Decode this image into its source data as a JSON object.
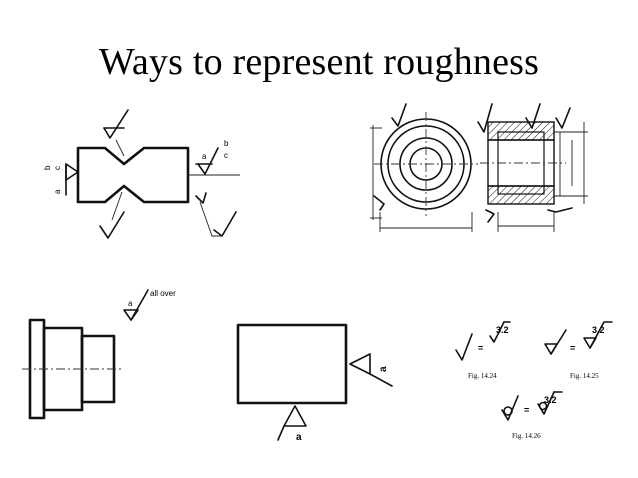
{
  "slide": {
    "title": "Ways to represent roughness"
  },
  "fig_a": {
    "label_a": "a",
    "label_b": "b",
    "label_c": "c"
  },
  "fig_d": {
    "label_a": "a",
    "note": "all over"
  },
  "fig_e": {
    "label_a": "a"
  },
  "symbols": {
    "value": "3.2",
    "equals": "=",
    "fig_14_24": "Fig. 14.24",
    "fig_14_25": "Fig. 14.25",
    "fig_14_26": "Fig. 14.26"
  }
}
